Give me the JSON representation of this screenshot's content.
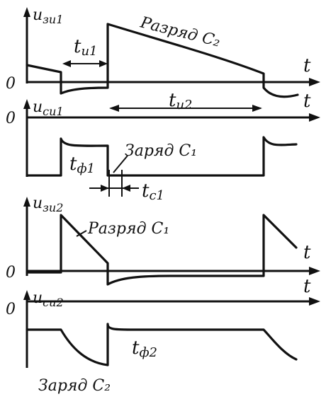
{
  "panels": {
    "p1": {
      "y_label": "u",
      "y_sub": "зи1",
      "t_label": "t",
      "zero": "0"
    },
    "p2": {
      "y_label": "u",
      "y_sub": "си1",
      "t_label": "t",
      "zero": "0"
    },
    "p3": {
      "y_label": "u",
      "y_sub": "зи2",
      "t_label": "t",
      "zero": "0"
    },
    "p4": {
      "y_label": "u",
      "y_sub": "си2",
      "t_label": "t",
      "zero": "0"
    }
  },
  "annotations": {
    "tu1": {
      "main": "t",
      "sub": "и1"
    },
    "tu2": {
      "main": "t",
      "sub": "и2"
    },
    "tf1": {
      "main": "t",
      "sub": "ф1"
    },
    "tc1": {
      "main": "t",
      "sub": "с1"
    },
    "tf2": {
      "main": "t",
      "sub": "ф2"
    },
    "razryad_c2": "Разряд С₂",
    "zaryad_c1": "Заряд С₁",
    "razryad_c1": "Разряд С₁",
    "zaryad_c2": "Заряд С₂"
  }
}
